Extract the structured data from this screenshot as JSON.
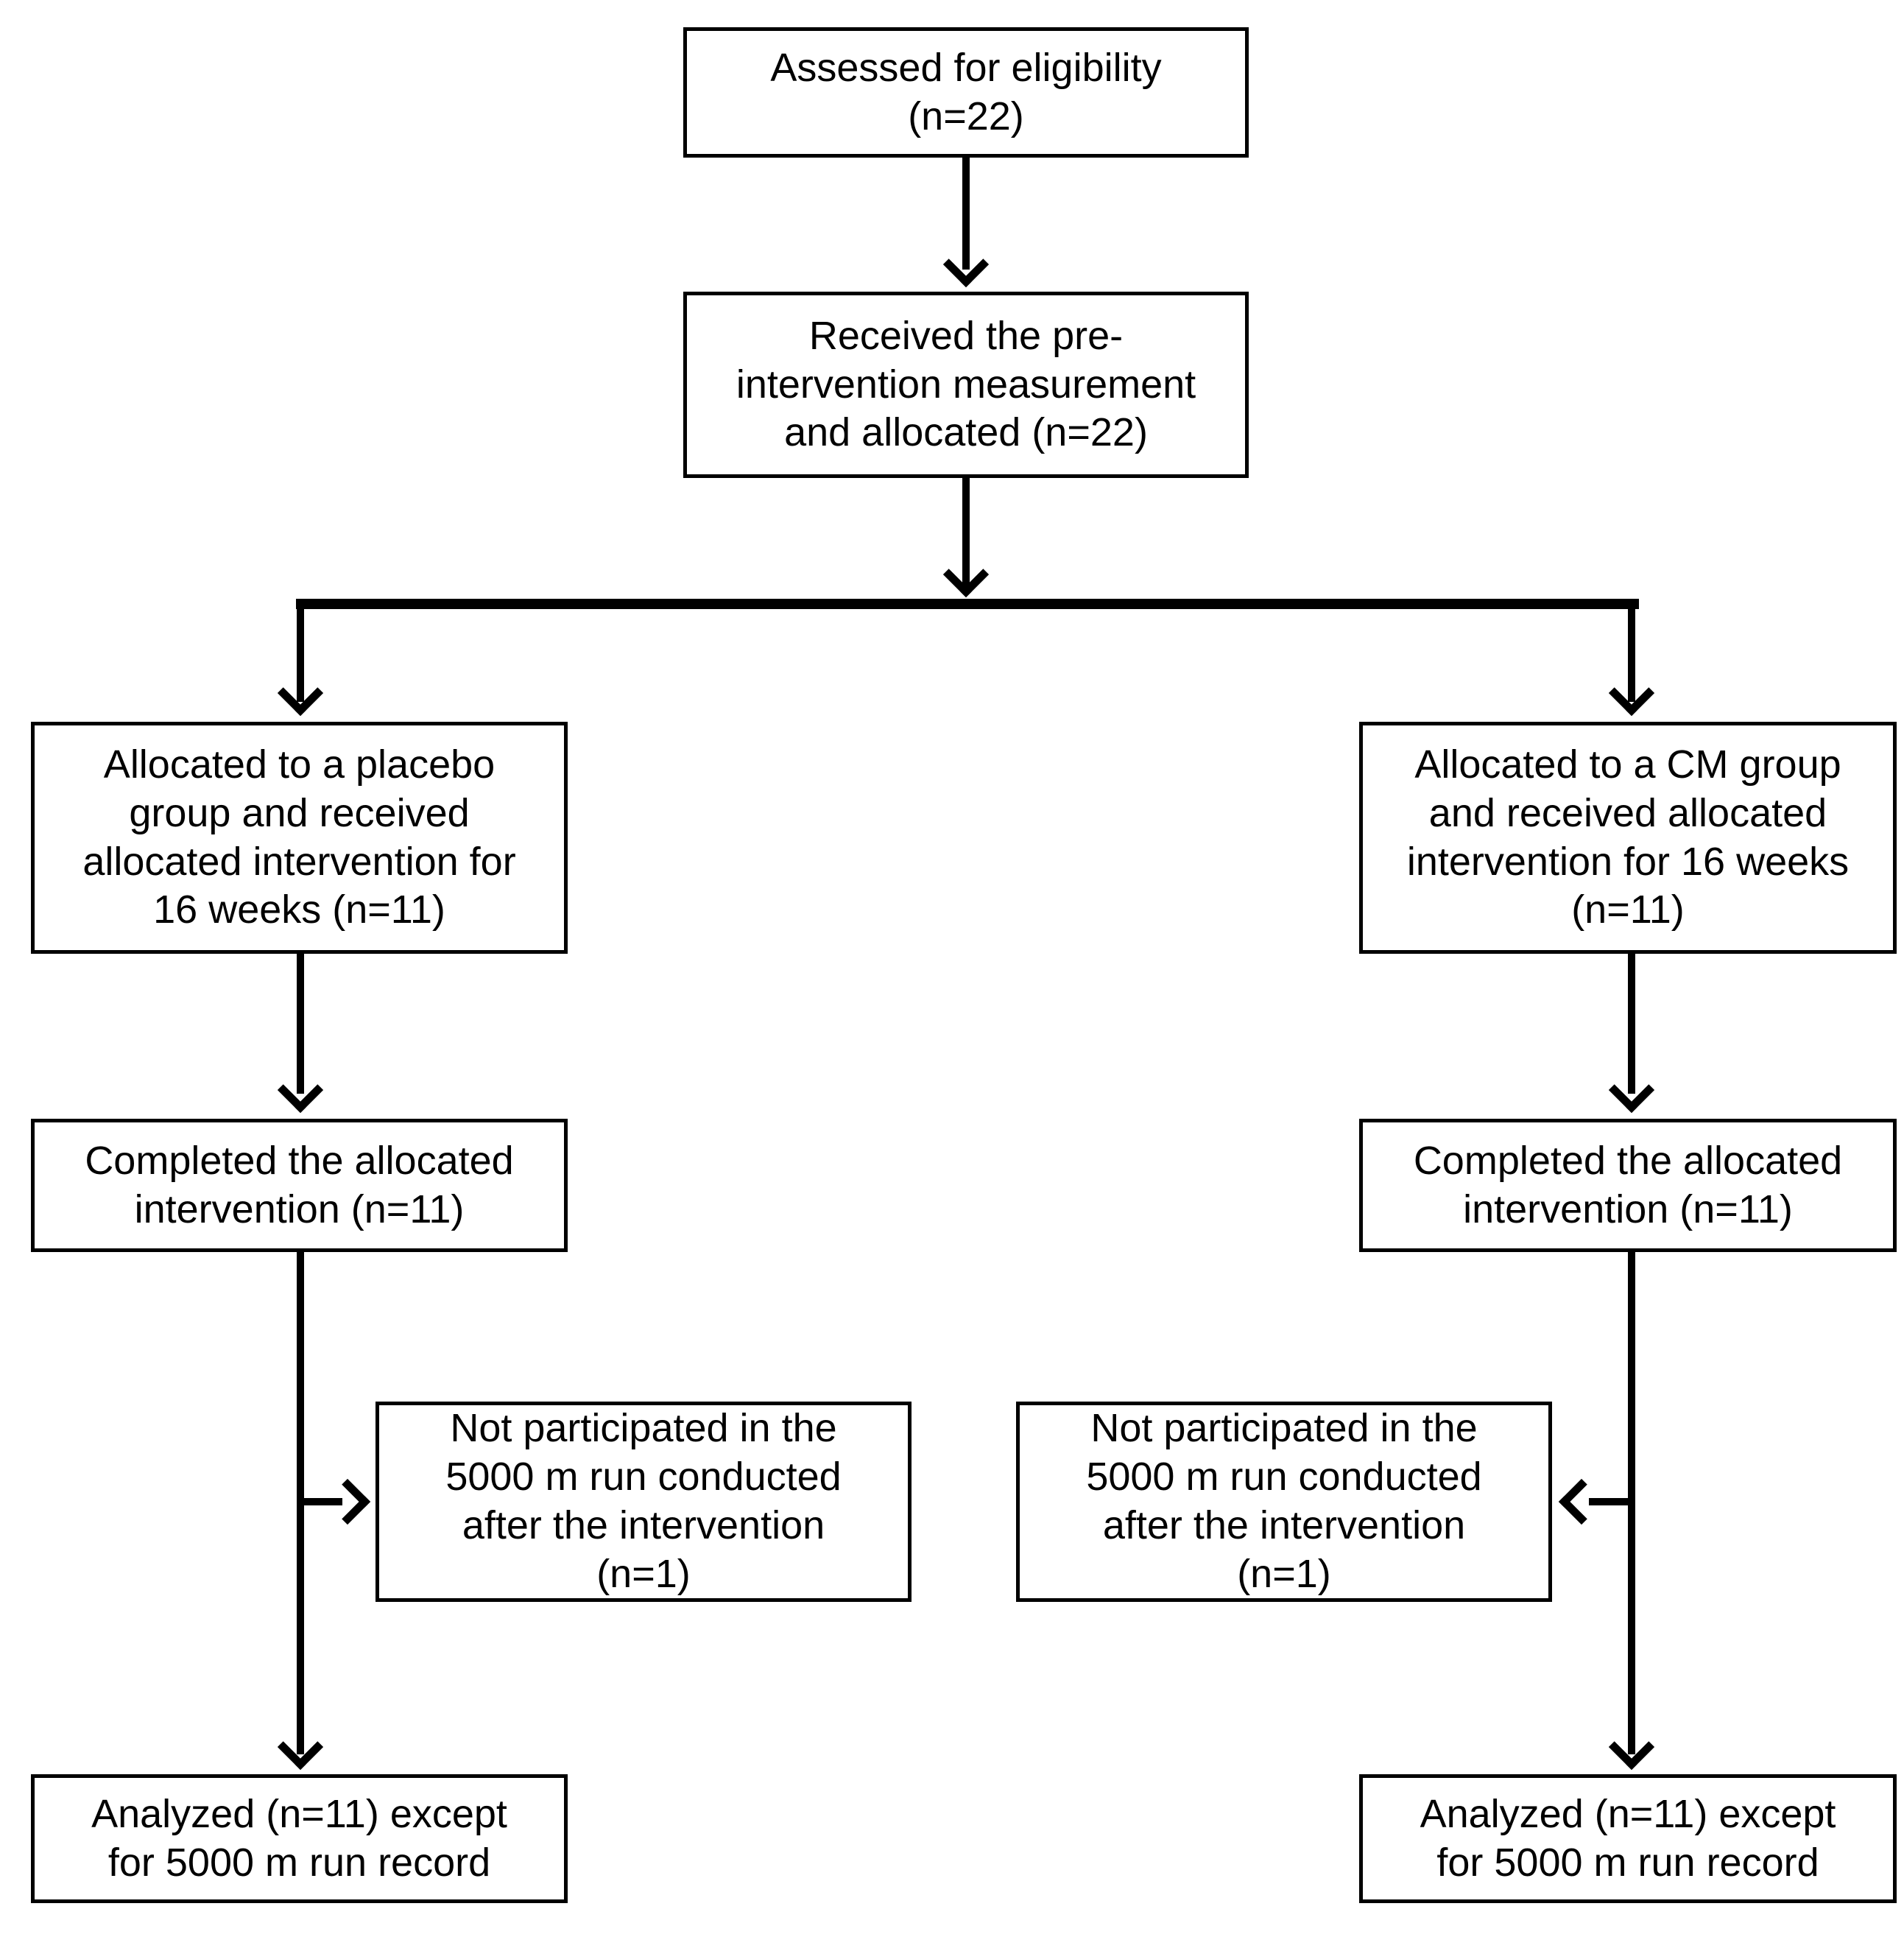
{
  "diagram": {
    "type": "consort-flowchart",
    "colors": {
      "background": "#ffffff",
      "box_fill": "#ffffff",
      "box_border": "#000000",
      "line": "#000000",
      "text": "#000000"
    },
    "boxes": {
      "assessed": "Assessed for eligibility\n(n=22)",
      "received": "Received the pre-\nintervention measurement\nand allocated (n=22)",
      "alloc_placebo": "Allocated to a placebo\ngroup and received\nallocated intervention for\n16 weeks (n=11)",
      "alloc_cm": "Allocated to a CM group\nand received allocated\nintervention for 16 weeks\n(n=11)",
      "completed_left": "Completed the allocated\nintervention (n=11)",
      "completed_right": "Completed the allocated\nintervention (n=11)",
      "notpart_left": "Not participated in the\n5000 m run conducted\nafter the intervention\n(n=1)",
      "notpart_right": "Not participated in the\n5000 m run conducted\nafter the intervention\n(n=1)",
      "analyzed_left": "Analyzed (n=11) except\nfor 5000 m run record",
      "analyzed_right": "Analyzed (n=11) except\nfor 5000 m run record"
    }
  }
}
